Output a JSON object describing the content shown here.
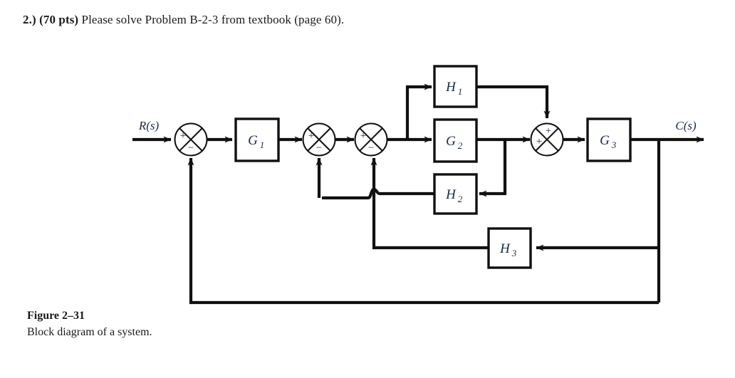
{
  "prompt": {
    "number": "2.)",
    "points": "(70 pts)",
    "text": "Please solve Problem B-2-3 from textbook (page 60)."
  },
  "caption": {
    "title": "Figure 2–31",
    "subtitle": "Block diagram of a system."
  },
  "diagram": {
    "type": "block-diagram",
    "input_label": "R(s)",
    "output_label": "C(s)",
    "blocks": [
      {
        "id": "G1",
        "label": "G",
        "sub": "1"
      },
      {
        "id": "H1",
        "label": "H",
        "sub": "1"
      },
      {
        "id": "G2",
        "label": "G",
        "sub": "2"
      },
      {
        "id": "H2",
        "label": "H",
        "sub": "2"
      },
      {
        "id": "H3",
        "label": "H",
        "sub": "3"
      },
      {
        "id": "G3",
        "label": "G",
        "sub": "3"
      }
    ],
    "summing_junctions": [
      {
        "id": "sum1",
        "signs": {
          "left": "+",
          "bottom": "−"
        }
      },
      {
        "id": "sum2",
        "signs": {
          "left": "+",
          "bottom": "−"
        }
      },
      {
        "id": "sum3",
        "signs": {
          "left": "+",
          "bottom": "−"
        }
      },
      {
        "id": "sum4",
        "signs": {
          "top": "+",
          "left": "+"
        }
      }
    ],
    "line_color": "#111111"
  }
}
